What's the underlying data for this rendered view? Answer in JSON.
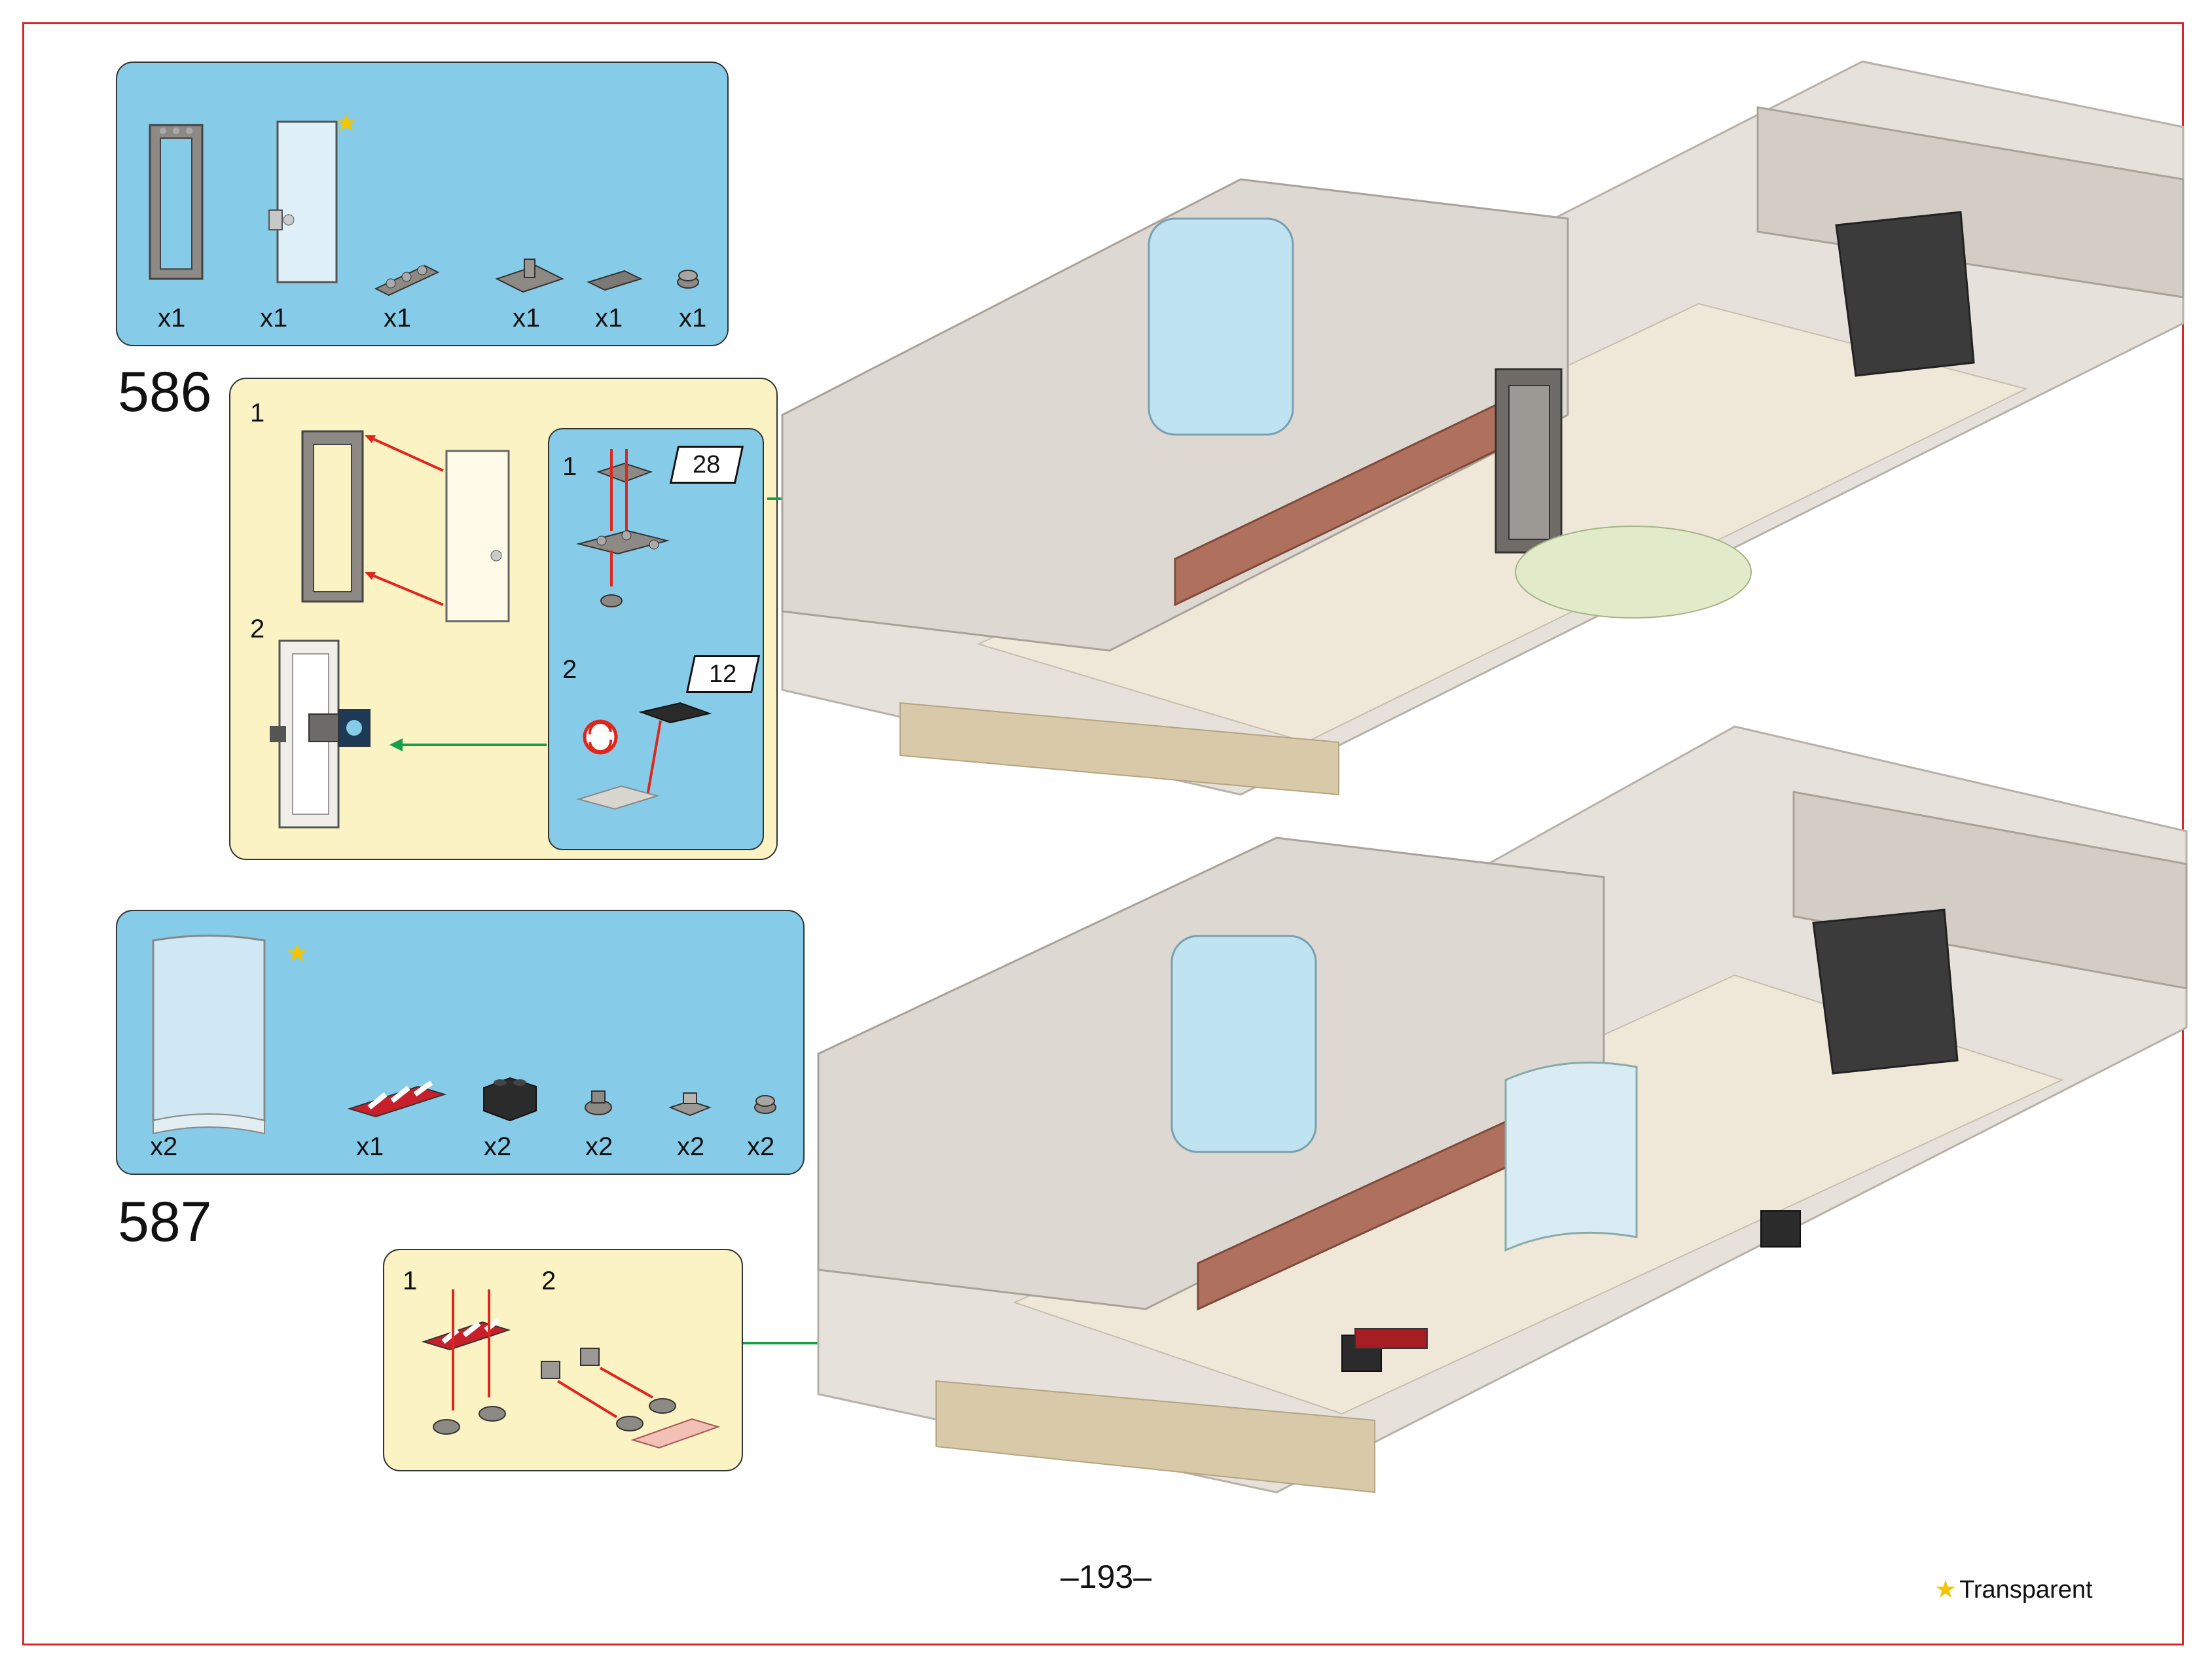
{
  "page_number": "–193–",
  "legend": {
    "star_icon": "star-icon",
    "label": "Transparent",
    "star_color": "#f2c500"
  },
  "colors": {
    "border": "#d9262b",
    "parts_panel": "#86cbe8",
    "assembly_panel": "#fbf3c4",
    "arrow_red": "#e0261c",
    "arrow_green": "#14a14a"
  },
  "parts_586": {
    "items": [
      {
        "icon": "door-frame-icon",
        "qty": "x1"
      },
      {
        "icon": "transparent-door-icon",
        "qty": "x1"
      },
      {
        "icon": "plate-with-clips-icon",
        "qty": "x1"
      },
      {
        "icon": "tile-with-clip-icon",
        "qty": "x1"
      },
      {
        "icon": "flat-tile-icon",
        "qty": "x1"
      },
      {
        "icon": "round-stud-icon",
        "qty": "x1"
      }
    ]
  },
  "step_586": {
    "number": "586",
    "sub1": "1",
    "sub2": "2",
    "inner_sub1": "1",
    "inner_sub2": "2",
    "callout_a": "28",
    "callout_b": "12"
  },
  "parts_587": {
    "items": [
      {
        "icon": "curved-glass-panel-icon",
        "qty": "x2"
      },
      {
        "icon": "striped-tile-icon",
        "qty": "x1"
      },
      {
        "icon": "black-brick-icon",
        "qty": "x2"
      },
      {
        "icon": "bar-holder-icon",
        "qty": "x2"
      },
      {
        "icon": "plate-with-stud-icon",
        "qty": "x2"
      },
      {
        "icon": "round-stud-icon",
        "qty": "x2"
      }
    ]
  },
  "step_587": {
    "number": "587",
    "sub1": "1",
    "sub2": "2"
  }
}
